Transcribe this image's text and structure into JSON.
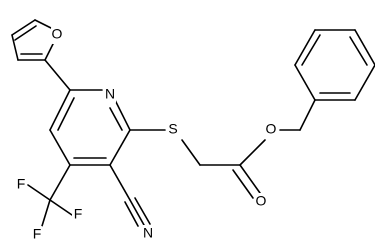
{
  "atoms": {
    "oxygen_furan": "O",
    "nitrogen_pyridine": "N",
    "sulfur": "S",
    "oxygen_ester": "O",
    "oxygen_carbonyl": "O",
    "nitrogen_nitrile": "N",
    "fluorine_top": "F",
    "fluorine_left": "F",
    "fluorine_bottom": "F"
  }
}
